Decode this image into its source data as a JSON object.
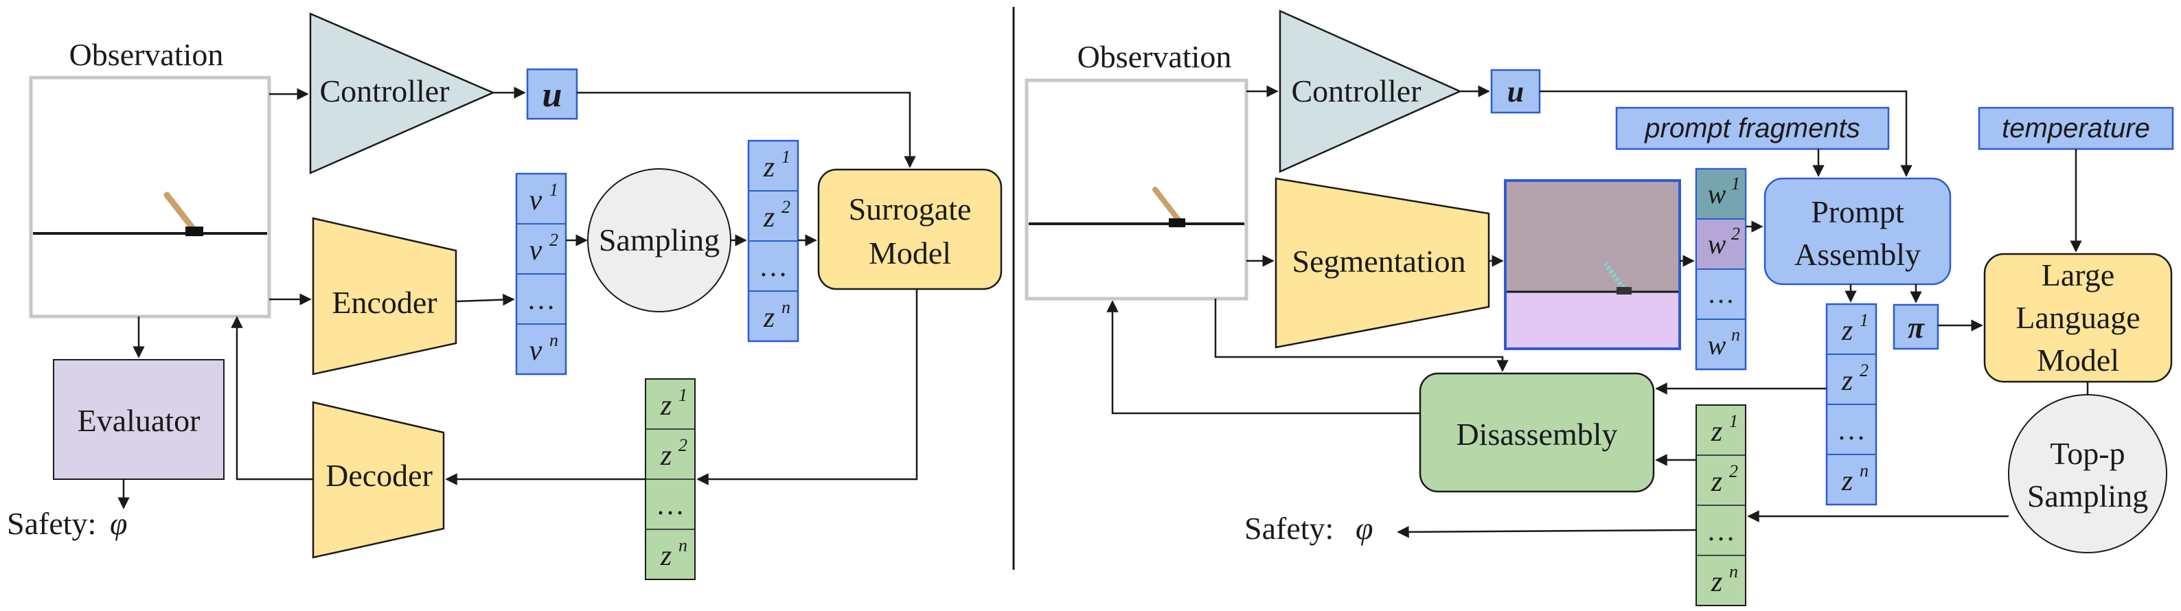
{
  "colors": {
    "blue": "#a4c2f4",
    "blue_border": "#2d5bd3",
    "yellow": "#ffe599",
    "green": "#b6d7a8",
    "teal": "#d0e0e3",
    "purple": "#d9d2e9",
    "gray": "#eeeeee",
    "line": "#1a1a1a"
  },
  "left": {
    "observation_title": "Observation",
    "controller": "Controller",
    "u": "u",
    "encoder": "Encoder",
    "v_stack": [
      "v",
      "v",
      "…",
      "v"
    ],
    "v_sups": [
      "1",
      "2",
      "",
      "n"
    ],
    "sampling": "Sampling",
    "z_stack": [
      "z",
      "z",
      "…",
      "z"
    ],
    "z_sups": [
      "1",
      "2",
      "",
      "n"
    ],
    "surrogate_line1": "Surrogate",
    "surrogate_line2": "Model",
    "evaluator": "Evaluator",
    "decoder": "Decoder",
    "safety": "Safety:",
    "phi": "φ"
  },
  "right": {
    "observation_title": "Observation",
    "controller": "Controller",
    "u": "u",
    "prompt_fragments": "prompt fragments",
    "temperature": "temperature",
    "segmentation": "Segmentation",
    "w_stack": [
      "w",
      "w",
      "…",
      "w"
    ],
    "w_sups": [
      "1",
      "2",
      "",
      "n"
    ],
    "prompt_line1": "Prompt",
    "prompt_line2": "Assembly",
    "pi": "π",
    "llm_line1": "Large",
    "llm_line2": "Language",
    "llm_line3": "Model",
    "top_line1": "Top-p",
    "top_line2": "Sampling",
    "disassembly": "Disassembly",
    "safety": "Safety:",
    "phi": "φ"
  }
}
